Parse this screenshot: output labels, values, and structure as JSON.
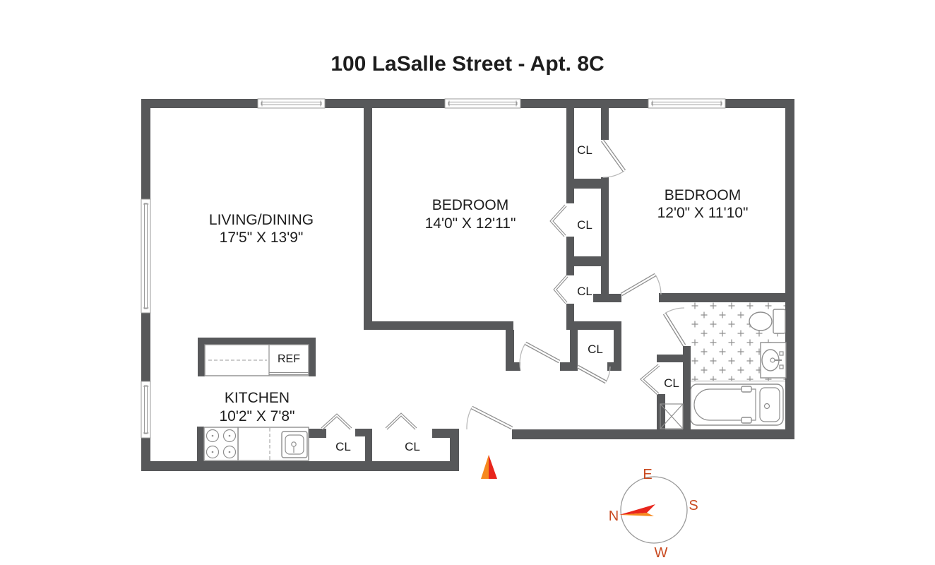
{
  "title": "100 LaSalle Street - Apt. 8C",
  "rooms": {
    "living": {
      "name": "LIVING/DINING",
      "dims": "17'5\" X 13'9\""
    },
    "bedroom1": {
      "name": "BEDROOM",
      "dims": "14'0\" X 12'11\""
    },
    "bedroom2": {
      "name": "BEDROOM",
      "dims": "12'0\" X 11'10\""
    },
    "kitchen": {
      "name": "KITCHEN",
      "dims": "10'2\" X 7'8\""
    }
  },
  "labels": {
    "closet": "CL",
    "refrigerator": "REF"
  },
  "compass": {
    "n": "N",
    "e": "E",
    "s": "S",
    "w": "W"
  },
  "colors": {
    "wall": "#57585a",
    "fixture_line": "#8f8f8f",
    "accent_red": "#e8251c",
    "accent_orange": "#f6891e",
    "compass_text": "#c9491f"
  }
}
